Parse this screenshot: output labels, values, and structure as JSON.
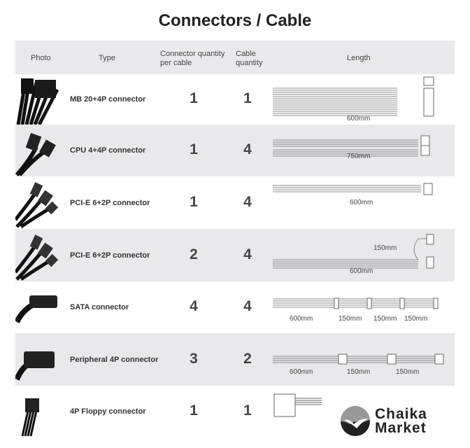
{
  "title": "Connectors / Cable",
  "headers": {
    "photo": "Photo",
    "type": "Type",
    "conn_qty_1": "Connector quantity",
    "conn_qty_2": "per cable",
    "cable_qty_1": "Cable",
    "cable_qty_2": "quantity",
    "length": "Length"
  },
  "rows": [
    {
      "type": "MB 20+4P connector",
      "conn_qty": "1",
      "cable_qty": "1",
      "lengths": [
        "600mm"
      ]
    },
    {
      "type": "CPU 4+4P connector",
      "conn_qty": "1",
      "cable_qty": "4",
      "lengths": [
        "750mm"
      ]
    },
    {
      "type": "PCI-E 6+2P connector",
      "conn_qty": "1",
      "cable_qty": "4",
      "lengths": [
        "600mm"
      ]
    },
    {
      "type": "PCI-E 6+2P connector",
      "conn_qty": "2",
      "cable_qty": "4",
      "lengths": [
        "150mm",
        "600mm"
      ]
    },
    {
      "type": "SATA connector",
      "conn_qty": "4",
      "cable_qty": "4",
      "lengths": [
        "600mm",
        "150mm",
        "150mm",
        "150mm"
      ]
    },
    {
      "type": "Peripheral 4P connector",
      "conn_qty": "3",
      "cable_qty": "2",
      "lengths": [
        "600mm",
        "150mm",
        "150mm"
      ]
    },
    {
      "type": "4P Floppy connector",
      "conn_qty": "1",
      "cable_qty": "1",
      "lengths": []
    }
  ],
  "logo": {
    "line1": "Chaika",
    "line2": "Market"
  }
}
